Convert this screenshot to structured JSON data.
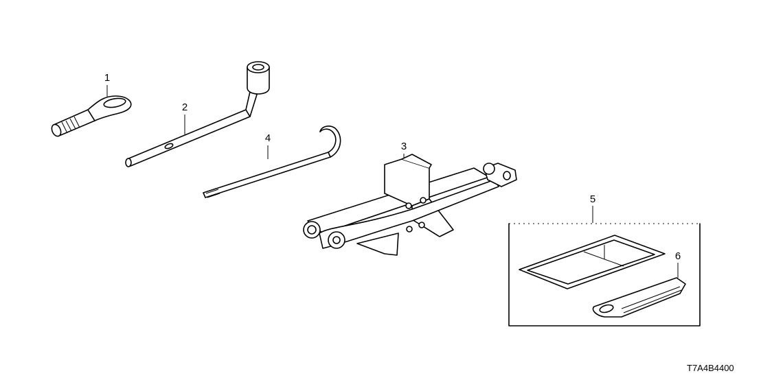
{
  "diagram_code": "T7A4B4400",
  "callouts": [
    {
      "number": "1",
      "part": "tow-hook"
    },
    {
      "number": "2",
      "part": "wheel-wrench"
    },
    {
      "number": "3",
      "part": "jack"
    },
    {
      "number": "4",
      "part": "jack-handle"
    },
    {
      "number": "5",
      "part": "tool-kit-set"
    },
    {
      "number": "6",
      "part": "wedge"
    }
  ]
}
